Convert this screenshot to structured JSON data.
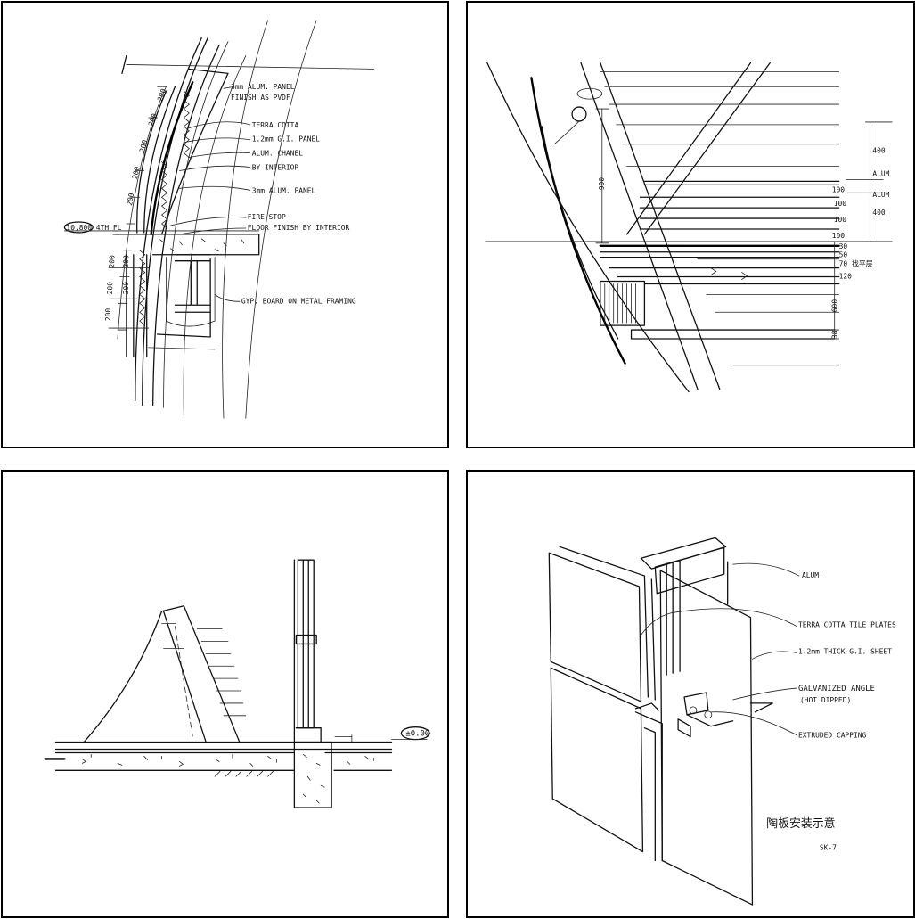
{
  "sheets": [
    {
      "labels": [
        "3mm ALUM. PANEL",
        "FINISH AS PVDF",
        "TERRA COTTA",
        "1.2mm G.I. PANEL",
        "ALUM. CHANEL",
        "BY INTERIOR",
        "3mm ALUM. PANEL",
        "FIRE STOP",
        "FLOOR FINISH BY INTERIOR",
        "GYP. BOARD ON METAL FRAMING"
      ],
      "level_tag": "10,800 4TH FL",
      "dims": [
        "200",
        "200",
        "200",
        "200",
        "200",
        "200",
        "200",
        "200",
        "200",
        "200"
      ]
    },
    {
      "dims_right": [
        "400",
        "ALUM",
        "ALUM",
        "100",
        "100",
        "100",
        "400",
        "100",
        "30",
        "50",
        "70 找平层",
        "120",
        "600",
        "38"
      ],
      "dim_vertical": "900"
    },
    {
      "level_tag": "±0.00"
    },
    {
      "labels": [
        "ALUM.",
        "TERRA COTTA TILE PLATES",
        "1.2mm THICK G.I. SHEET",
        "GALVANIZED ANGLE",
        "(HOT DIPPED)",
        "EXTRUDED CAPPING"
      ],
      "caption": "陶板安装示意",
      "sheet_no": "SK-7"
    }
  ]
}
